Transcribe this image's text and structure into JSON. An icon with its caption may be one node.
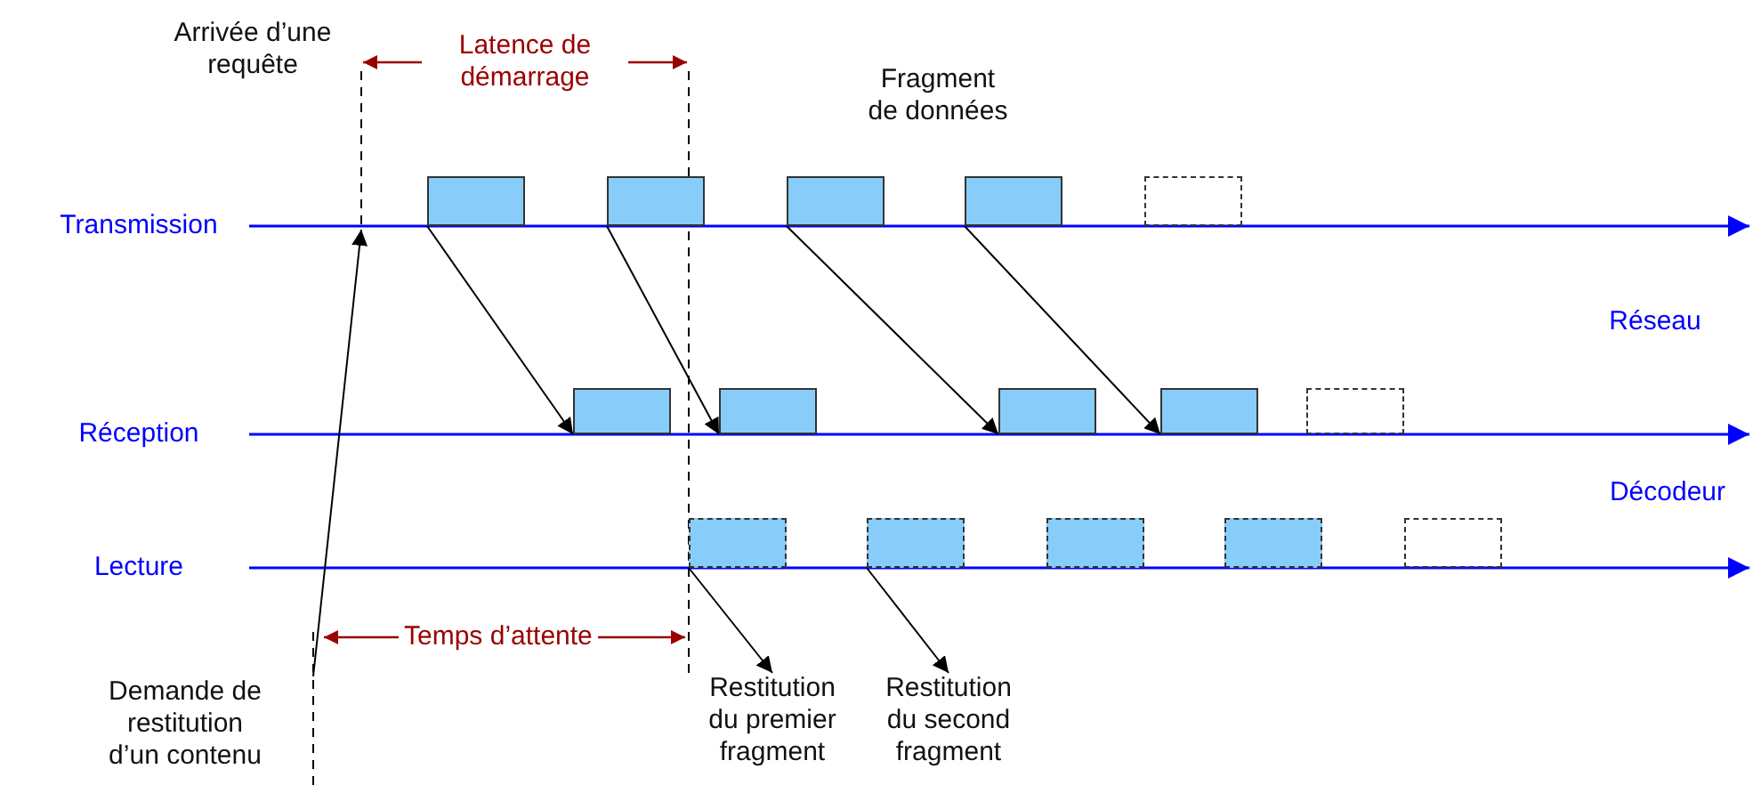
{
  "diagram": {
    "nodes": [
      {
        "text": [
          "Demande de restitution d’un contenu"
        ]
      },
      {
        "text": [],
        "shape": "box"
      },
      {
        "text": [],
        "shape": "box"
      },
      {
        "text": [],
        "shape": "box"
      },
      {
        "text": [],
        "shape": "box"
      },
      {
        "text": [],
        "shape": "box"
      },
      {
        "text": [],
        "shape": "box"
      },
      {
        "text": [],
        "shape": "box"
      },
      {
        "text": [],
        "shape": "box"
      },
      {
        "text": [],
        "shape": "box"
      },
      {
        "text": [],
        "shape": "box"
      },
      {
        "text": [],
        "shape": "box"
      },
      {
        "text": [],
        "shape": "box"
      },
      {
        "text": [],
        "shape": "box"
      },
      {
        "text": [],
        "shape": "box"
      },
      {
        "text": [],
        "shape": "box"
      },
      {
        "text": [
          "Restitution du premier fragment"
        ]
      },
      {
        "text": [
          "Restitution du second fragment"
        ]
      }
    ],
    "edges": [
      {
        "from": 0,
        "to": null,
        "arrow": "to"
      },
      {
        "from": 1,
        "to": 6,
        "arrow": "to"
      },
      {
        "from": 2,
        "to": 7,
        "arrow": "to"
      },
      {
        "from": 3,
        "to": 8,
        "arrow": "to"
      },
      {
        "from": 4,
        "to": 9,
        "arrow": "to"
      },
      {
        "from": 11,
        "to": 16,
        "arrow": "to"
      },
      {
        "from": 12,
        "to": 17,
        "arrow": "to"
      }
    ],
    "labels": [
      "Arrivée d’une requête",
      "Latence de démarrage",
      "Fragment de données",
      "Transmission",
      "Réseau",
      "Réception",
      "Décodeur",
      "Lecture",
      "Temps d’attente"
    ]
  }
}
